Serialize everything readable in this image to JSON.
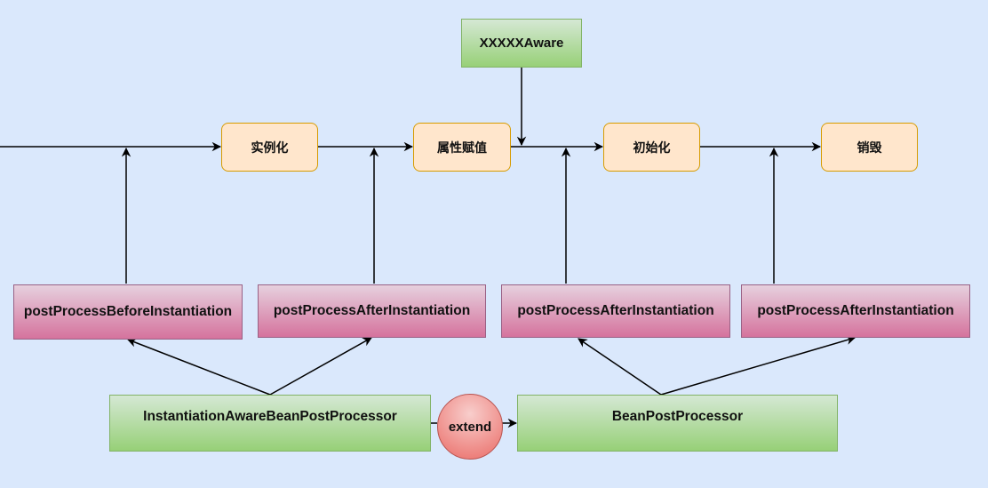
{
  "stages": {
    "instantiation": "实例化",
    "population": "属性赋值",
    "initialization": "初始化",
    "destruction": "销毁"
  },
  "aware": "XXXXXAware",
  "hooks": [
    "postProcessBeforeInstantiation",
    "postProcessAfterInstantiation",
    "postProcessAfterInstantiation",
    "postProcessAfterInstantiation"
  ],
  "interfaces": {
    "sub": "InstantiationAwareBeanPostProcessor",
    "relation": "extend",
    "base": "BeanPostProcessor"
  },
  "colors": {
    "background": "#dae8fc",
    "stage_fill": "#ffe6cc",
    "stage_stroke": "#d79b00",
    "green_fill": "#97d077",
    "green_stroke": "#82b366",
    "pink_fill": "#d5739d",
    "pink_stroke": "#996185",
    "red_fill": "#ea6b66",
    "red_stroke": "#b85450"
  }
}
